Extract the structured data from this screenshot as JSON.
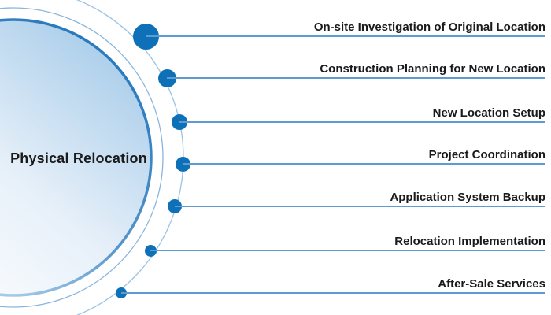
{
  "diagram": {
    "center_label": "Physical Relocation",
    "items": [
      {
        "label": "On-site Investigation of Original Location"
      },
      {
        "label": "Construction Planning for New Location"
      },
      {
        "label": "New Location Setup"
      },
      {
        "label": "Project Coordination"
      },
      {
        "label": "Application System Backup"
      },
      {
        "label": "Relocation Implementation"
      },
      {
        "label": "After-Sale Services"
      }
    ],
    "colors": {
      "dot": "#0e71b8",
      "line": "#5e9bd3",
      "text": "#1a1a1a",
      "circle_border": "#2e7cbe",
      "circle_fill_dark": "#a9cdea",
      "circle_fill_light": "#fbfdff",
      "arc_inner": "#8ab5dc",
      "arc_outer": "#9dc3e4"
    }
  }
}
